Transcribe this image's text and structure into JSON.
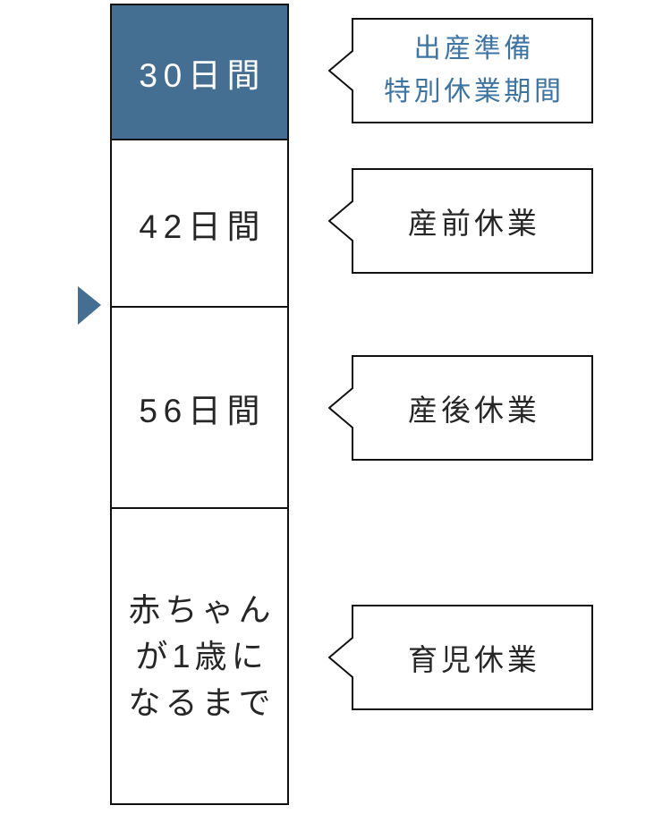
{
  "colors": {
    "highlight_fill": "#446F92",
    "highlight_text": "#FFFFFF",
    "accent_text": "#3E74A3",
    "body_text": "#262626",
    "border": "#111111",
    "background": "#FFFFFF"
  },
  "icons": {
    "marker": "right-arrow-triangle"
  },
  "timeline_column": {
    "segments": [
      {
        "label": "30日間",
        "highlighted": true
      },
      {
        "label": "42日間",
        "highlighted": false
      },
      {
        "label": "56日間",
        "highlighted": false
      },
      {
        "label_lines": [
          "赤ちゃん",
          "が1歳に",
          "なるまで"
        ],
        "highlighted": false
      }
    ]
  },
  "callouts": [
    {
      "style": "accent",
      "lines": [
        "出産準備",
        "特別休業期間"
      ]
    },
    {
      "style": "default",
      "lines": [
        "産前休業"
      ]
    },
    {
      "style": "default",
      "lines": [
        "産後休業"
      ]
    },
    {
      "style": "default",
      "lines": [
        "育児休業"
      ]
    }
  ]
}
